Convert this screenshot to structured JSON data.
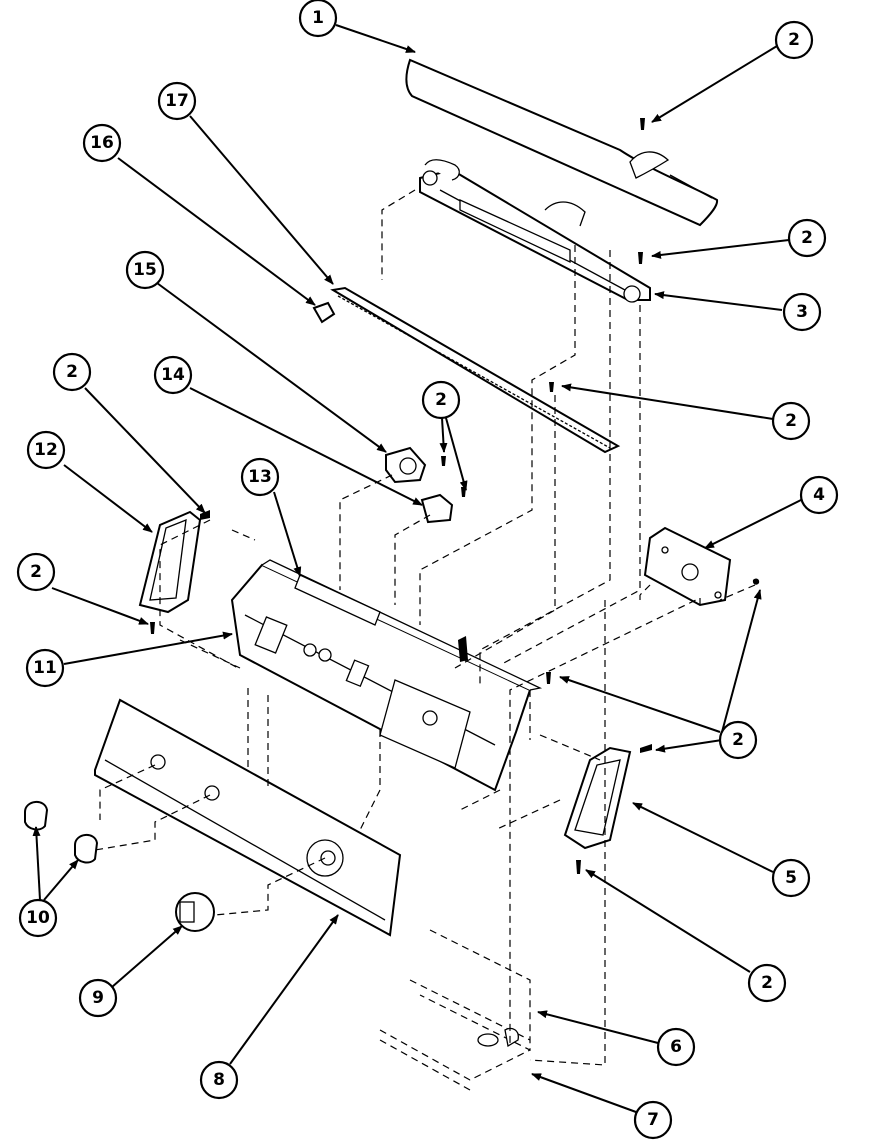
{
  "callouts": [
    {
      "id": "c1",
      "label": "1"
    },
    {
      "id": "c2a",
      "label": "2"
    },
    {
      "id": "c2b",
      "label": "2"
    },
    {
      "id": "c3",
      "label": "3"
    },
    {
      "id": "c17",
      "label": "17"
    },
    {
      "id": "c16",
      "label": "16"
    },
    {
      "id": "c15",
      "label": "15"
    },
    {
      "id": "c2c",
      "label": "2"
    },
    {
      "id": "c14",
      "label": "14"
    },
    {
      "id": "c2d",
      "label": "2"
    },
    {
      "id": "c2e",
      "label": "2"
    },
    {
      "id": "c12",
      "label": "12"
    },
    {
      "id": "c13",
      "label": "13"
    },
    {
      "id": "c4",
      "label": "4"
    },
    {
      "id": "c2f",
      "label": "2"
    },
    {
      "id": "c11",
      "label": "11"
    },
    {
      "id": "c2g",
      "label": "2"
    },
    {
      "id": "c5",
      "label": "5"
    },
    {
      "id": "c10",
      "label": "10"
    },
    {
      "id": "c2h",
      "label": "2"
    },
    {
      "id": "c9",
      "label": "9"
    },
    {
      "id": "c6",
      "label": "6"
    },
    {
      "id": "c8",
      "label": "8"
    },
    {
      "id": "c7",
      "label": "7"
    }
  ]
}
